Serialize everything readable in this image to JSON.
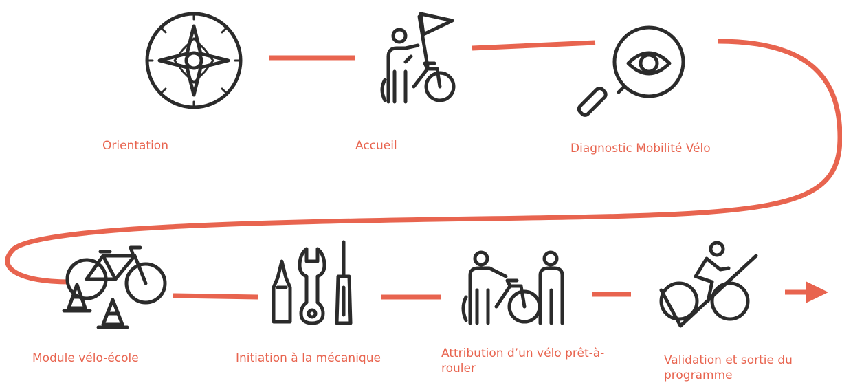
{
  "colors": {
    "accent": "#e8644f",
    "icon": "#2b2b2b",
    "background": "#ffffff"
  },
  "steps": [
    {
      "label": "Orientation",
      "icon": "compass-icon"
    },
    {
      "label": "Accueil",
      "icon": "person-flag-bike-icon"
    },
    {
      "label": "Diagnostic Mobilité Vélo",
      "icon": "magnifier-eye-icon"
    },
    {
      "label": "Module vélo-école",
      "icon": "bike-cones-icon"
    },
    {
      "label": "Initiation à la mécanique",
      "icon": "tools-icon"
    },
    {
      "label": "Attribution d’un vélo prêt-à-rouler",
      "icon": "bike-handover-icon"
    },
    {
      "label": "Validation et sortie du programme",
      "icon": "cyclist-check-icon"
    }
  ]
}
